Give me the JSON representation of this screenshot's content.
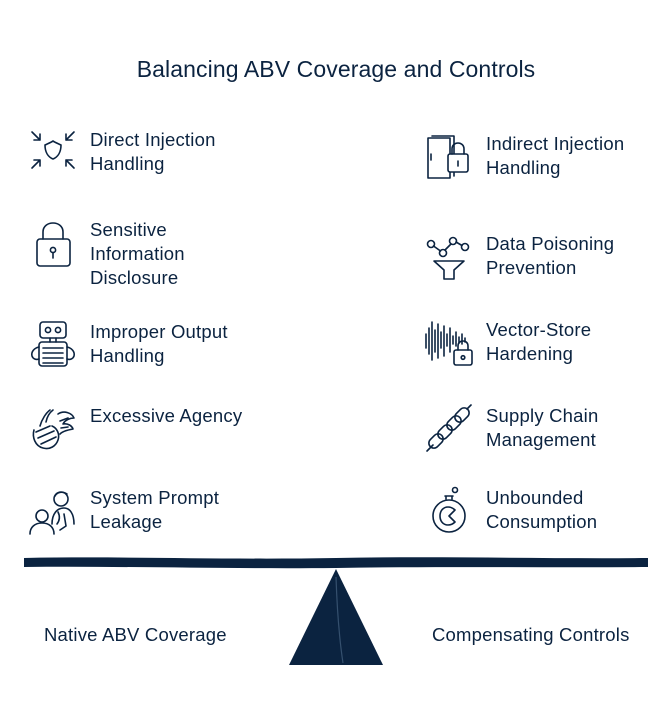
{
  "title": "Balancing ABV Coverage and Controls",
  "left_items": [
    {
      "icon": "shield-arrows-icon",
      "label": "Direct Injection Handling"
    },
    {
      "icon": "padlock-icon",
      "label": "Sensitive Information Disclosure"
    },
    {
      "icon": "robot-icon",
      "label": "Improper Output Handling"
    },
    {
      "icon": "winged-hand-icon",
      "label": "Excessive Agency"
    },
    {
      "icon": "person-whisper-icon",
      "label": "System Prompt Leakage"
    }
  ],
  "right_items": [
    {
      "icon": "door-lock-icon",
      "label": "Indirect Injection Handling"
    },
    {
      "icon": "network-funnel-icon",
      "label": "Data Poisoning Prevention"
    },
    {
      "icon": "waveform-lock-icon",
      "label": "Vector-Store Hardening"
    },
    {
      "icon": "chain-link-icon",
      "label": "Supply Chain Management"
    },
    {
      "icon": "stopwatch-icon",
      "label": "Unbounded Consumption"
    }
  ],
  "balance": {
    "left_label": "Native ABV Coverage",
    "right_label": "Compensating Controls"
  },
  "colors": {
    "ink": "#0b2340",
    "background": "#ffffff"
  }
}
